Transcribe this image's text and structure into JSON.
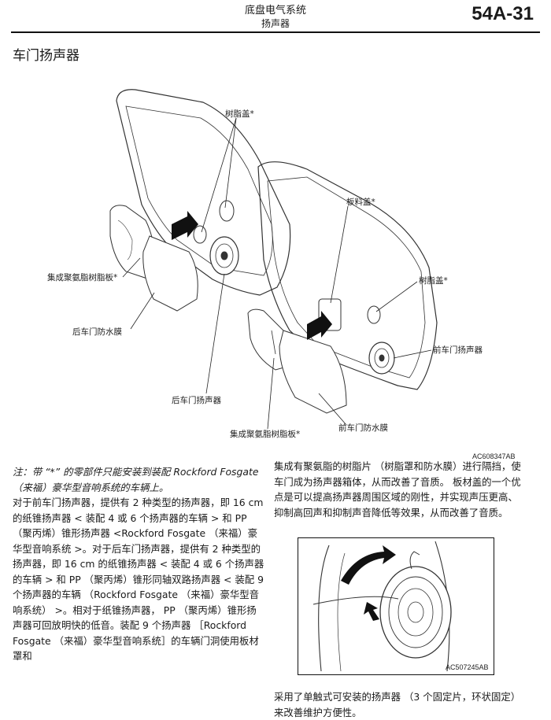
{
  "header": {
    "chapter_title": "底盘电气系统",
    "section_subtitle": "扬声器",
    "page_number": "54A-31"
  },
  "section_title": "车门扬声器",
  "figure1": {
    "callouts": {
      "resin_cover_top": "树脂盖*",
      "plate_cover": "板料盖*",
      "resin_cover_right": "树脂盖*",
      "front_speaker": "前车门扬声器",
      "integrated_panel_left": "集成聚氨脂树脂板*",
      "rear_membrane": "后车门防水膜",
      "rear_speaker": "后车门扬声器",
      "integrated_panel_bottom": "集成聚氨脂树脂板*",
      "front_membrane": "前车门防水膜"
    },
    "code": "AC608347AB"
  },
  "left_text": {
    "note": "注：带 “*” 的零部件只能安装到装配 Rockford Fosgate （来福）豪华型音响系统的车辆上。",
    "body": "对于前车门扬声器，提供有 2 种类型的扬声器，即 16 cm 的纸锥扬声器 < 装配 4 或 6 个扬声器的车辆 > 和 PP （聚丙烯）锥形扬声器 <Rockford Fosgate （来福）豪华型音响系统 >。对于后车门扬声器，提供有 2 种类型的扬声器，即 16 cm 的纸锥扬声器 < 装配 4 或 6 个扬声器的车辆 > 和 PP （聚丙烯）锥形同轴双路扬声器 < 装配 9 个扬声器的车辆 （Rockford Fosgate （来福）豪华型音响系统） >。相对于纸锥扬声器， PP （聚丙烯）锥形扬声器可回放明快的低音。装配 9 个扬声器 ［Rockford Fosgate （来福）豪华型音响系统］的车辆门洞使用板材罩和"
  },
  "right_text": {
    "body": "集成有聚氨脂的树脂片 （树脂罩和防水膜）进行隔挡，使车门成为扬声器箱体，从而改善了音质。 板材盖的一个优点是可以提高扬声器周围区域的刚性，并实现声压更高、抑制高回声和抑制声音降低等效果，从而改善了音质。"
  },
  "figure2": {
    "code": "AC507245AB"
  },
  "figure2_caption": "采用了单触式可安装的扬声器 （3 个固定片，环状固定）来改善维护方便性。"
}
